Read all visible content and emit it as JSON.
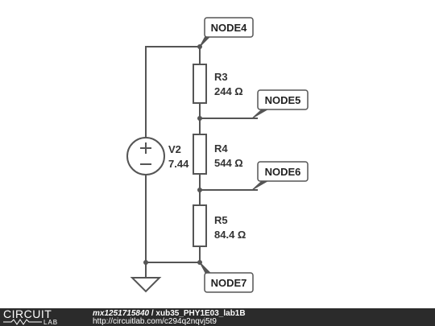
{
  "components": {
    "v2": {
      "name": "V2",
      "value": "7.44"
    },
    "r3": {
      "name": "R3",
      "value": "244 Ω"
    },
    "r4": {
      "name": "R4",
      "value": "544 Ω"
    },
    "r5": {
      "name": "R5",
      "value": "84.4 Ω"
    }
  },
  "nodes": {
    "node4": "NODE4",
    "node5": "NODE5",
    "node6": "NODE6",
    "node7": "NODE7"
  },
  "footer": {
    "logo_top": "CIRCUIT",
    "logo_bottom": "LAB",
    "user": "mx1251715840",
    "separator": " / ",
    "project": "xub35_PHY1E03_lab1B",
    "url": "http://circuitlab.com/c294q2nqvj5t9"
  },
  "colors": {
    "wire": "#555555",
    "footer_bg": "#2b2b2b"
  }
}
